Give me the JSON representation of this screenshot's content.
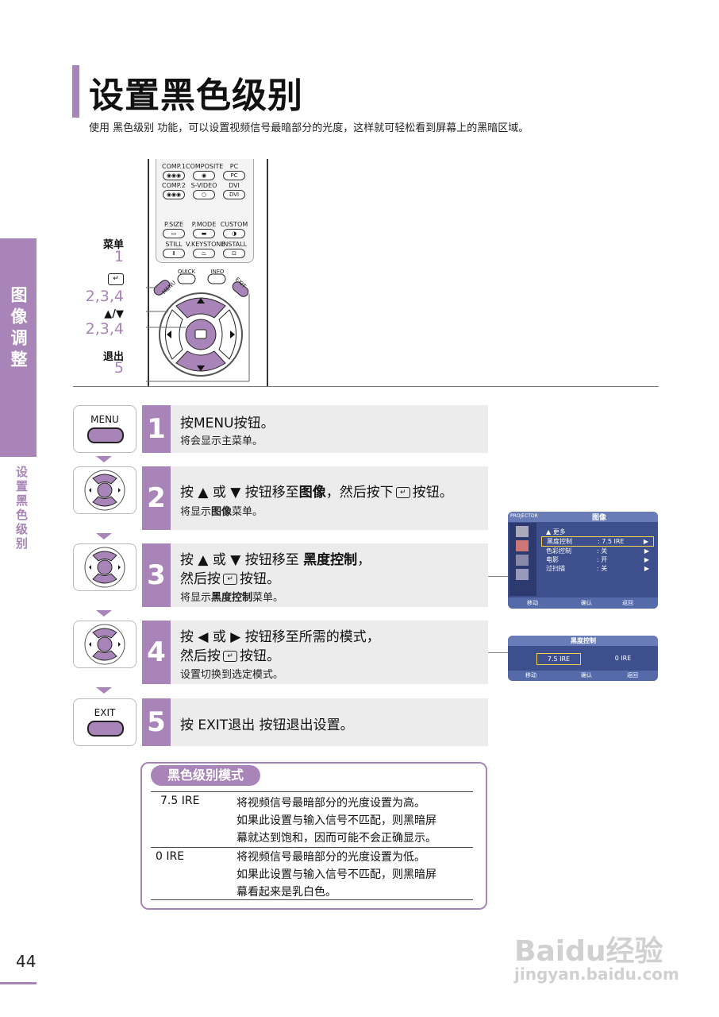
{
  "header": {
    "title": "设置黑色级别",
    "subtitle": "使用 黑色级别 功能，可以设置视频信号最暗部分的光度，这样就可轻松看到屏幕上的黑暗区域。"
  },
  "side": {
    "section": "图像调整",
    "subsection": "设置黑色级别",
    "page_number": "44"
  },
  "remote": {
    "source_buttons": [
      {
        "label": "COMP.1"
      },
      {
        "label": "COMPOSITE"
      },
      {
        "label": "PC"
      },
      {
        "label": "COMP.2"
      },
      {
        "label": "S-VIDEO"
      },
      {
        "label": "DVI"
      }
    ],
    "function_buttons": [
      {
        "label": "P.SIZE"
      },
      {
        "label": "P.MODE"
      },
      {
        "label": "CUSTOM"
      },
      {
        "label": "STILL"
      },
      {
        "label": "V.KEYSTONE"
      },
      {
        "label": "INSTALL"
      }
    ],
    "nav_labels": {
      "menu": "MENU",
      "quick": "QUICK",
      "info": "INFO",
      "exit": "EXIT"
    },
    "callouts": [
      {
        "label": "菜单",
        "num": "1"
      },
      {
        "label": "",
        "num": "2,3,4"
      },
      {
        "label": "▲/▼",
        "num": "2,3,4"
      },
      {
        "label": "退出",
        "num": "5"
      }
    ]
  },
  "steps": [
    {
      "num": "1",
      "icon_label": "MENU",
      "main_a": "按MENU按钮。",
      "note": "将会显示主菜单。"
    },
    {
      "num": "2",
      "main_a": "按 ▲ 或 ▼ 按钮移至",
      "main_bold": "图像",
      "main_b": "，然后按下",
      "main_c": "按钮。",
      "note_bold": "图像",
      "note_a": "将显示",
      "note_b": "菜单。"
    },
    {
      "num": "3",
      "main_a": "按 ▲ 或 ▼ 按钮移至 ",
      "main_bold": "黑度控制",
      "main_b": "，",
      "line2_a": "然后按",
      "line2_b": "按钮。",
      "note_a": "将显示",
      "note_bold": "黑度控制",
      "note_b": "菜单。"
    },
    {
      "num": "4",
      "main_a": "按 ◀ 或 ▶ 按钮移至所需的模式，",
      "line2_a": "然后按",
      "line2_b": "按钮。",
      "note": "设置切换到选定模式。"
    },
    {
      "num": "5",
      "icon_label": "EXIT",
      "main_a": "按 EXIT退出 按钮退出设置。"
    }
  ],
  "osd_picture": {
    "brand": "PROJECTOR",
    "title": "图像",
    "rows": [
      {
        "name": "▲ 更多",
        "value": ""
      },
      {
        "name": "黑度控制",
        "value": ": 7.5 IRE"
      },
      {
        "name": "色彩控制",
        "value": ": 关"
      },
      {
        "name": "电影",
        "value": ": 开"
      },
      {
        "name": "过扫描",
        "value": ": 关"
      }
    ],
    "footer": [
      "移动",
      "确认",
      "返回"
    ]
  },
  "osd_black": {
    "title": "黑度控制",
    "options": [
      "7.5 IRE",
      "0 IRE"
    ],
    "footer": [
      "移动",
      "确认",
      "返回"
    ]
  },
  "modes_table": {
    "title": "黑色级别模式",
    "rows": [
      {
        "mode": "7.5 IRE",
        "lines": [
          "将视频信号最暗部分的光度设置为高。",
          "如果此设置与输入信号不匹配，则黑暗屏",
          "幕就达到饱和，因而可能不会正确显示。"
        ]
      },
      {
        "mode": "0 IRE",
        "lines": [
          "将视频信号最暗部分的光度设置为低。",
          "如果此设置与输入信号不匹配，则黑暗屏",
          "幕看起来是乳白色。"
        ]
      }
    ]
  },
  "watermark": {
    "logo": "Baidu经验",
    "url": "jingyan.baidu.com"
  },
  "colors": {
    "accent": "#a884b8",
    "osd": "#3d4f8c",
    "step_bg": "#ececec"
  }
}
